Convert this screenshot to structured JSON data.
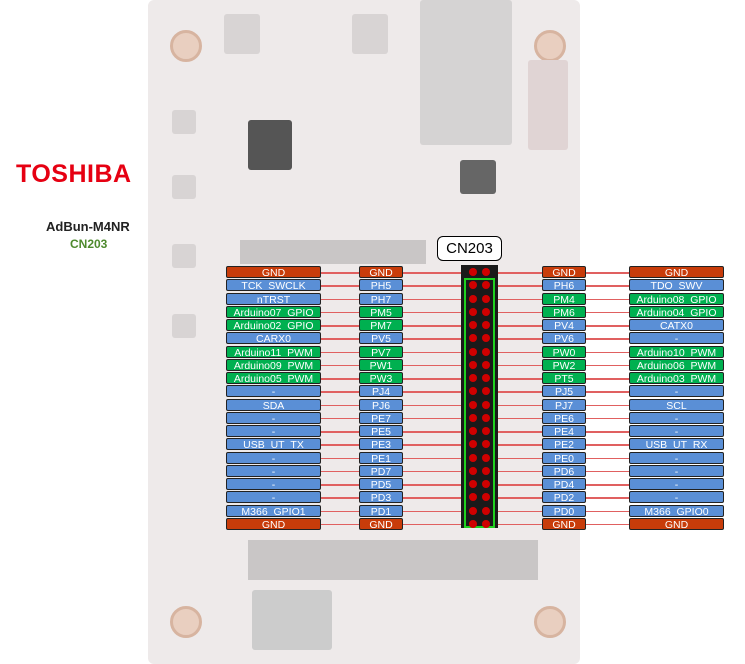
{
  "logo": "TOSHIBA",
  "board_name": "AdBun-M4NR",
  "connector_name": "CN203",
  "connector_label": "CN203",
  "colors": {
    "gnd": "#c83c0a",
    "normal": "#5a8fd6",
    "arduino": "#00b050"
  },
  "left_side": [
    {
      "label": "GND",
      "pin": "GND",
      "type": "gnd"
    },
    {
      "label": "TCK_SWCLK",
      "pin": "PH5",
      "type": "normal"
    },
    {
      "label": "nTRST",
      "pin": "PH7",
      "type": "normal"
    },
    {
      "label": "Arduino07_GPIO",
      "pin": "PM5",
      "type": "arduino"
    },
    {
      "label": "Arduino02_GPIO",
      "pin": "PM7",
      "type": "arduino"
    },
    {
      "label": "CARX0",
      "pin": "PV5",
      "type": "normal"
    },
    {
      "label": "Arduino11_PWM",
      "pin": "PV7",
      "type": "arduino"
    },
    {
      "label": "Arduino09_PWM",
      "pin": "PW1",
      "type": "arduino"
    },
    {
      "label": "Arduino05_PWM",
      "pin": "PW3",
      "type": "arduino"
    },
    {
      "label": "-",
      "pin": "PJ4",
      "type": "normal"
    },
    {
      "label": "SDA",
      "pin": "PJ6",
      "type": "normal"
    },
    {
      "label": "-",
      "pin": "PE7",
      "type": "normal"
    },
    {
      "label": "-",
      "pin": "PE5",
      "type": "normal"
    },
    {
      "label": "USB_UT_TX",
      "pin": "PE3",
      "type": "normal"
    },
    {
      "label": "-",
      "pin": "PE1",
      "type": "normal"
    },
    {
      "label": "-",
      "pin": "PD7",
      "type": "normal"
    },
    {
      "label": "-",
      "pin": "PD5",
      "type": "normal"
    },
    {
      "label": "-",
      "pin": "PD3",
      "type": "normal"
    },
    {
      "label": "M366_GPIO1",
      "pin": "PD1",
      "type": "normal"
    },
    {
      "label": "GND",
      "pin": "GND",
      "type": "gnd"
    }
  ],
  "right_side": [
    {
      "label": "GND",
      "pin": "GND",
      "type": "gnd"
    },
    {
      "label": "TDO_SWV",
      "pin": "PH6",
      "type": "normal"
    },
    {
      "label": "Arduino08_GPIO",
      "pin": "PM4",
      "type": "arduino"
    },
    {
      "label": "Arduino04_GPIO",
      "pin": "PM6",
      "type": "arduino"
    },
    {
      "label": "CATX0",
      "pin": "PV4",
      "type": "normal"
    },
    {
      "label": "-",
      "pin": "PV6",
      "type": "normal"
    },
    {
      "label": "Arduino10_PWM",
      "pin": "PW0",
      "type": "arduino"
    },
    {
      "label": "Arduino06_PWM",
      "pin": "PW2",
      "type": "arduino"
    },
    {
      "label": "Arduino03_PWM",
      "pin": "PT5",
      "type": "arduino"
    },
    {
      "label": "-",
      "pin": "PJ5",
      "type": "normal"
    },
    {
      "label": "SCL",
      "pin": "PJ7",
      "type": "normal"
    },
    {
      "label": "-",
      "pin": "PE6",
      "type": "normal"
    },
    {
      "label": "-",
      "pin": "PE4",
      "type": "normal"
    },
    {
      "label": "USB_UT_RX",
      "pin": "PE2",
      "type": "normal"
    },
    {
      "label": "-",
      "pin": "PE0",
      "type": "normal"
    },
    {
      "label": "-",
      "pin": "PD6",
      "type": "normal"
    },
    {
      "label": "-",
      "pin": "PD4",
      "type": "normal"
    },
    {
      "label": "-",
      "pin": "PD2",
      "type": "normal"
    },
    {
      "label": "M366_GPIO0",
      "pin": "PD0",
      "type": "normal"
    },
    {
      "label": "GND",
      "pin": "GND",
      "type": "gnd"
    }
  ]
}
